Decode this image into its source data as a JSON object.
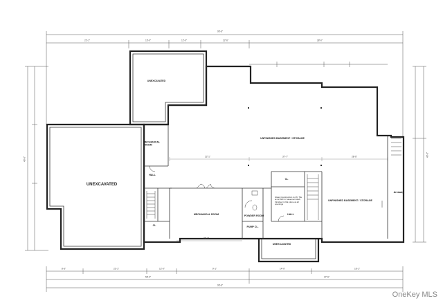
{
  "rooms": {
    "unexcavated_top": "UNEXCAVATED",
    "unexcavated_left": "UNEXCAVATED",
    "unexcavated_bottom": "UNEXCAVATED",
    "mechanical_room_small": "MECHANICAL ROOM",
    "basement_storage_main": "UNFINISHED BASEMENT / STORAGE",
    "basement_storage_right": "UNFINISHED BASEMENT / STORAGE",
    "mechanical_room": "MECHANICAL ROOM",
    "powder_room": "POWDER ROOM",
    "pump_closet": "PUMP CL.",
    "closet_left": "CL",
    "closet_center": "CL",
    "hall_left": "HALL",
    "hall_center": "HALL",
    "areaway": "Areaway"
  },
  "dimensions": {
    "top_overall": "95'-6\"",
    "top_seg1": "22'-1\"",
    "top_seg2": "15'-0\"",
    "top_seg3": "12'-0\"",
    "top_seg4": "22'-6\"",
    "top_seg5": "28'-0\"",
    "bottom_overall": "95'-6\"",
    "bottom_left": "58'-0\"",
    "bottom_right": "37'-6\"",
    "bottom_seg1": "8'-6\"",
    "bottom_seg2": "22'-1\"",
    "bottom_seg3": "12'-0\"",
    "bottom_seg4": "9'-1\"",
    "bottom_seg5": "14'-0\"",
    "bottom_seg6": "16'-1\"",
    "left_overall": "46'-6\"",
    "right_overall": "40'-0\"",
    "main_width": "22'-1\"",
    "main_width_2": "37'-7\"",
    "main_width_3": "28'-6\"",
    "mech_width": "22'-1\""
  },
  "notes": {
    "construction": "Glass Construction to 4ft. Tile at 42 AFF in basement slab, Finished in flat plane at all openings"
  },
  "watermark": "OneKey MLS"
}
